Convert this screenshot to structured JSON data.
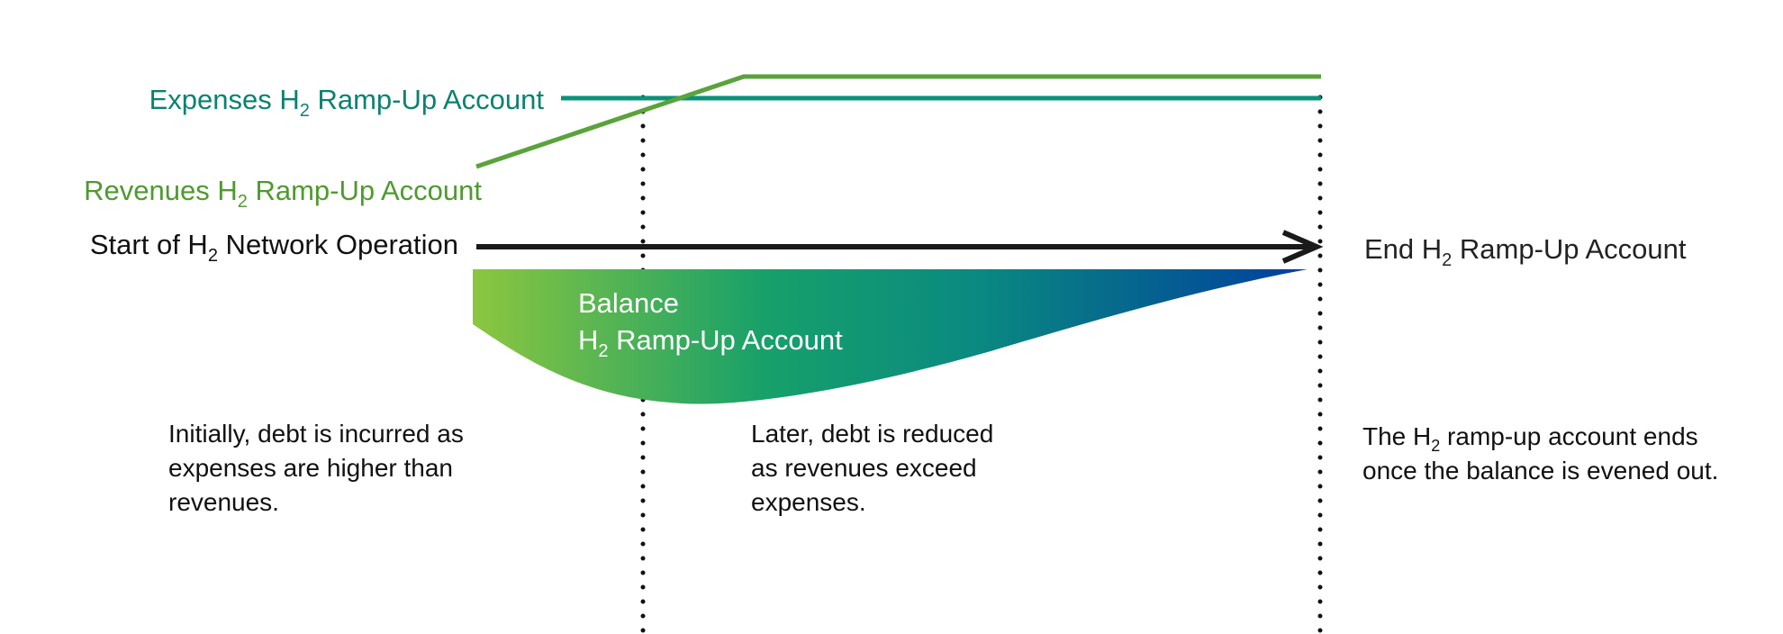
{
  "colors": {
    "expenses": "#0a9278",
    "revenues": "#5aa33c",
    "timeline": "#1a1a1a",
    "gradient_start": "#8cc63f",
    "gradient_mid": "#0f9a73",
    "gradient_end": "#003f9e"
  },
  "labels": {
    "expenses": {
      "pre": "Expenses H",
      "sub": "2",
      "post": " Ramp-Up Account"
    },
    "revenues": {
      "pre": "Revenues H",
      "sub": "2",
      "post": " Ramp-Up Account"
    },
    "start": {
      "pre": "Start of H",
      "sub": "2",
      "post": " Network Operation"
    },
    "end": {
      "pre": "End H",
      "sub": "2",
      "post": " Ramp-Up Account"
    },
    "balance": {
      "line1": "Balance",
      "pre": "H",
      "sub": "2",
      "post": " Ramp-Up Account"
    }
  },
  "descriptions": {
    "phase1": [
      "Initially, debt is incurred as",
      "expenses are higher than",
      "revenues."
    ],
    "phase2": [
      "Later, debt is reduced",
      "as revenues exceed",
      "expenses."
    ],
    "phase3": {
      "pre": "The H",
      "sub": "2",
      "post": " ramp-up account ends",
      "line2": "once the balance is evened out."
    }
  }
}
